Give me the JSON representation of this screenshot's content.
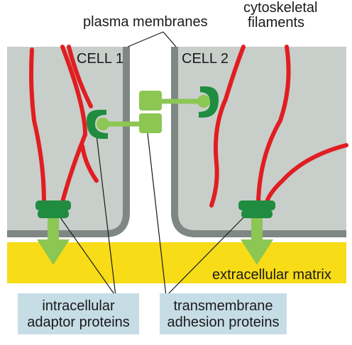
{
  "labels": {
    "plasma_membranes": "plasma membranes",
    "cytoskeletal_line1": "cytoskeletal",
    "cytoskeletal_line2": "filaments",
    "cell1": "CELL 1",
    "cell2": "CELL 2",
    "extracellular_matrix": "extracellular matrix"
  },
  "boxes": {
    "adaptor_line1": "intracellular",
    "adaptor_line2": "adaptor proteins",
    "adhesion_line1": "transmembrane",
    "adhesion_line2": "adhesion proteins"
  },
  "colors": {
    "cytoplasm": "#c8ceca",
    "membrane": "#7e8783",
    "filament": "#e01e22",
    "adaptor_protein": "#1f8c3f",
    "adhesion_protein": "#8cc653",
    "matrix": "#f7dc17",
    "label_box": "#c6dde6"
  }
}
